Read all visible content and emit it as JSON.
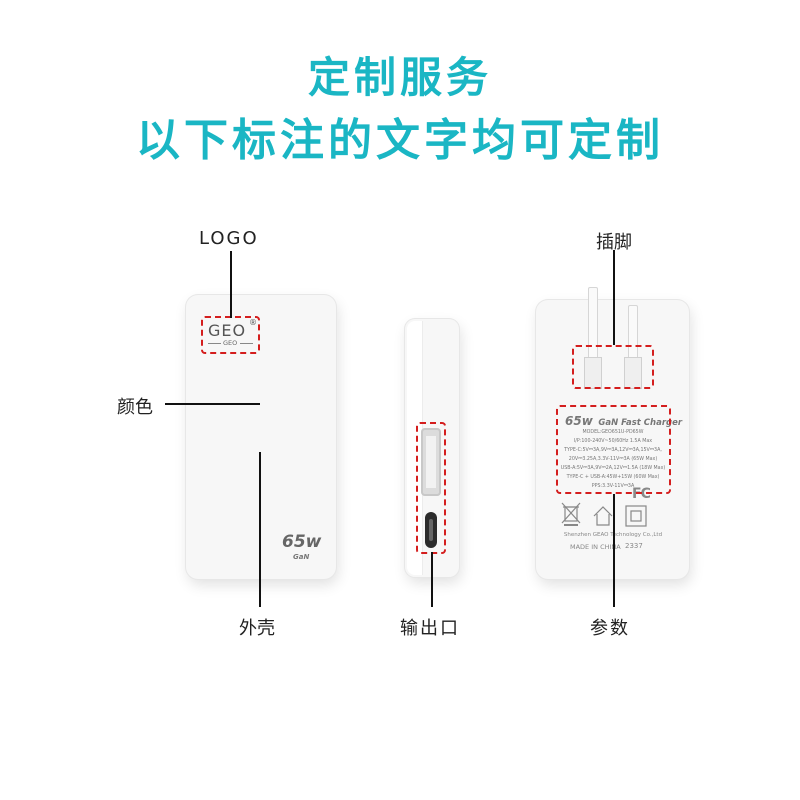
{
  "header": {
    "line1": "定制服务",
    "line2": "以下标注的文字均可定制"
  },
  "labels": {
    "logo": "LOGO",
    "color": "颜色",
    "shell": "外壳",
    "output": "输出口",
    "pins": "插脚",
    "params": "参数"
  },
  "front": {
    "logo_text": "GEO",
    "logo_sub": "GEO",
    "registered": "®",
    "power": "65w",
    "tech": "GaN"
  },
  "back": {
    "headline_power": "65w",
    "headline_text": "GaN Fast Charger",
    "specs": [
      "MODEL:GEO651U-PD65W",
      "I/P:100-240V~50/60Hz 1.5A Max",
      "TYPE-C:5V⎓3A,9V⎓3A,12V⎓3A,15V⎓3A,",
      "20V⎓3.25A,3.3V-11V⎓3A (65W Max)",
      "USB-A:5V⎓3A,9V⎓2A,12V⎓1.5A (18W Max)",
      "TYPE-C + USB-A:45W+15W (60W Max)",
      "PPS:3.3V-11V⎓3A"
    ],
    "fc_mark": "FC",
    "company": "Shenzhen GEAO Technology Co.,Ltd",
    "made_in": "MADE IN CHINA",
    "date_code": "2337"
  },
  "colors": {
    "title": "#1ab6c4",
    "dashed": "#d41e1e",
    "device": "#f7f7f7"
  }
}
